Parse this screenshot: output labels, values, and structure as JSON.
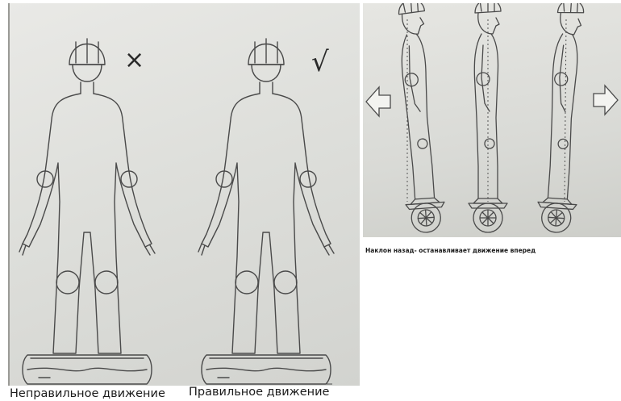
{
  "left_panel": {
    "wrong_mark": "×",
    "right_mark": "√",
    "caption_wrong": "Неправильное движение",
    "caption_right": "Правильное движение"
  },
  "right_panel": {
    "caption": "Наклон назад- останавливает движение вперед"
  },
  "colors": {
    "line": "#4a4a4a",
    "paper": "#e2e2de",
    "caption_text": "#1b1b1b"
  }
}
